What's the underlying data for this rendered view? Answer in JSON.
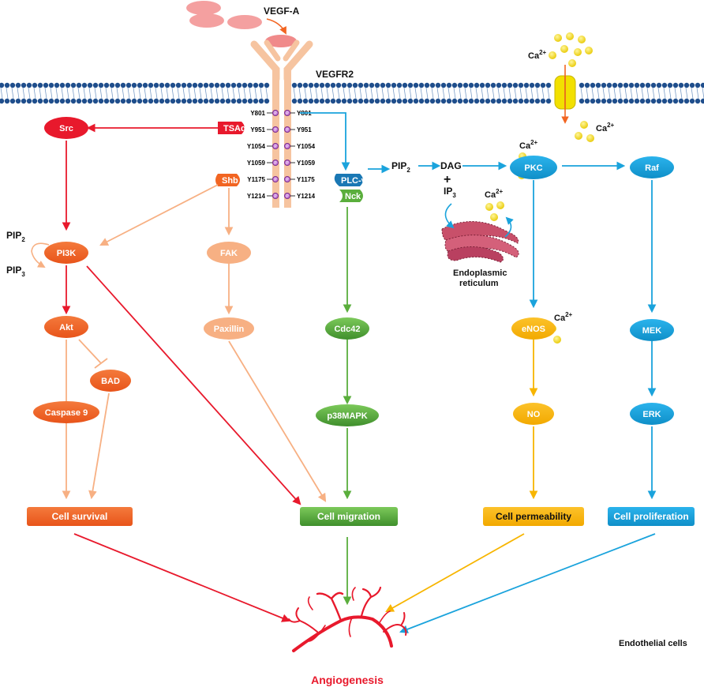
{
  "ligand": {
    "label": "VEGF-A"
  },
  "receptor": {
    "label": "VEGFR2"
  },
  "calcium": {
    "label": "Ca",
    "sup": "2+"
  },
  "phosphosites": {
    "left": [
      "Y801",
      "Y951",
      "Y1054",
      "Y1059",
      "Y1175",
      "Y1214"
    ],
    "right": [
      "Y801",
      "Y951",
      "Y1054",
      "Y1059",
      "Y1175",
      "Y1214"
    ],
    "marker": "P"
  },
  "adaptors": {
    "tsad": "TSAd",
    "shb": "Shb",
    "plcg": "PLC-γ",
    "nck": "Nck"
  },
  "nodes": {
    "src": "Src",
    "pi3k": "PI3K",
    "akt": "Akt",
    "bad": "BAD",
    "caspase9": "Caspase 9",
    "fak": "FAK",
    "paxillin": "Paxillin",
    "cdc42": "Cdc42",
    "p38mapk": "p38MAPK",
    "pkc": "PKC",
    "enos": "eNOS",
    "no": "NO",
    "raf": "Raf",
    "mek": "MEK",
    "erk": "ERK"
  },
  "messengers": {
    "pip2_main": "PIP",
    "pip2_sub": "2",
    "dag": "DAG",
    "plus": "+",
    "ip3": "IP",
    "ip3_sub": "3",
    "pip2_left": "PIP",
    "pip2_left_sub": "2",
    "pip3_left": "PIP",
    "pip3_left_sub": "3"
  },
  "er": {
    "line1": "Endoplasmic",
    "line2": "reticulum"
  },
  "outcomes": {
    "survival": "Cell survival",
    "migration": "Cell migration",
    "permeability": "Cell permeability",
    "proliferation": "Cell proliferation"
  },
  "result": "Angiogenesis",
  "context": "Endothelial cells",
  "colors": {
    "red": "#e8192c",
    "orange": "#f26522",
    "peach": "#f7b083",
    "green": "#5aae3c",
    "blue": "#1aa3dc",
    "yellow": "#f7b500",
    "membrane": "#1f4e8c",
    "receptor": "#f6c4a0"
  }
}
